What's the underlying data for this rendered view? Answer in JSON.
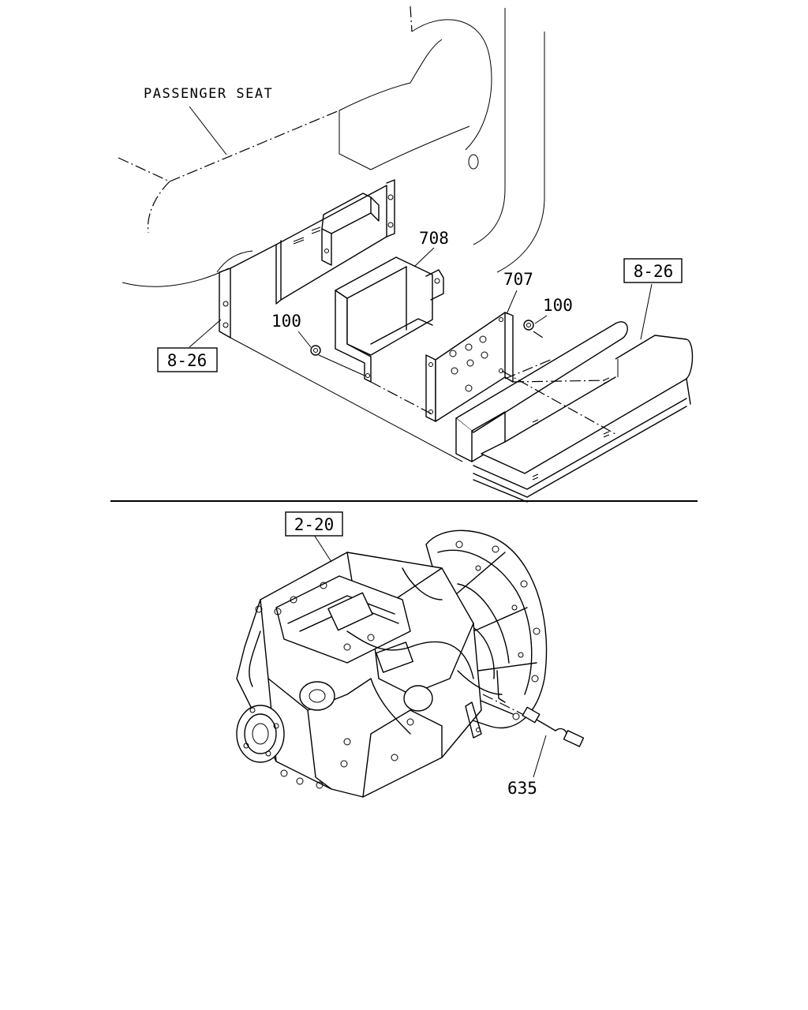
{
  "labels": {
    "passenger_seat": "PASSENGER SEAT",
    "ref_8_26_left": "8-26",
    "ref_8_26_right": "8-26",
    "ref_2_20": "2-20",
    "part_708": "708",
    "part_707": "707",
    "part_100_left": "100",
    "part_100_right": "100",
    "part_635": "635"
  }
}
